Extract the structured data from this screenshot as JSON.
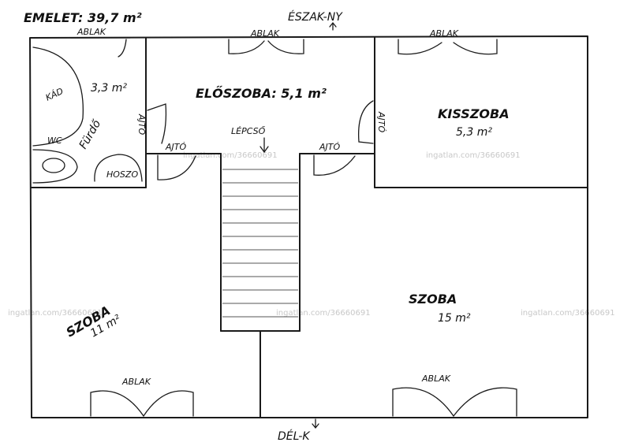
{
  "header": {
    "floor_label": "EMELET: 39,7 m²",
    "north_label": "ÉSZAK-NY",
    "south_label": "DÉL-K"
  },
  "rooms": {
    "kad": "KÁD",
    "bath_area": "3,3 m²",
    "furdo": "Fürdő",
    "wc": "WC",
    "hoszo": "HOSZO",
    "eloszoba": "ELŐSZOBA: 5,1 m²",
    "lepcso": "LÉPCSŐ",
    "kisszoba": "KISSZOBA",
    "kisszoba_area": "5,3 m²",
    "szoba_left": "SZOBA",
    "szoba_left_area": "11 m²",
    "szoba_right": "SZOBA",
    "szoba_right_area": "15 m²"
  },
  "openings": {
    "ablak_top_left": "ABLAK",
    "ablak_top_mid": "ABLAK",
    "ablak_top_right": "ABLAK",
    "ablak_bottom_left": "ABLAK",
    "ablak_bottom_right": "ABLAK",
    "ajto_bath": "AJTÓ",
    "ajto_kisszoba": "AJTÓ",
    "ajto_left": "AJTÓ",
    "ajto_right": "AJTÓ"
  },
  "watermark": {
    "text": "ingatlan.com/36660691"
  }
}
